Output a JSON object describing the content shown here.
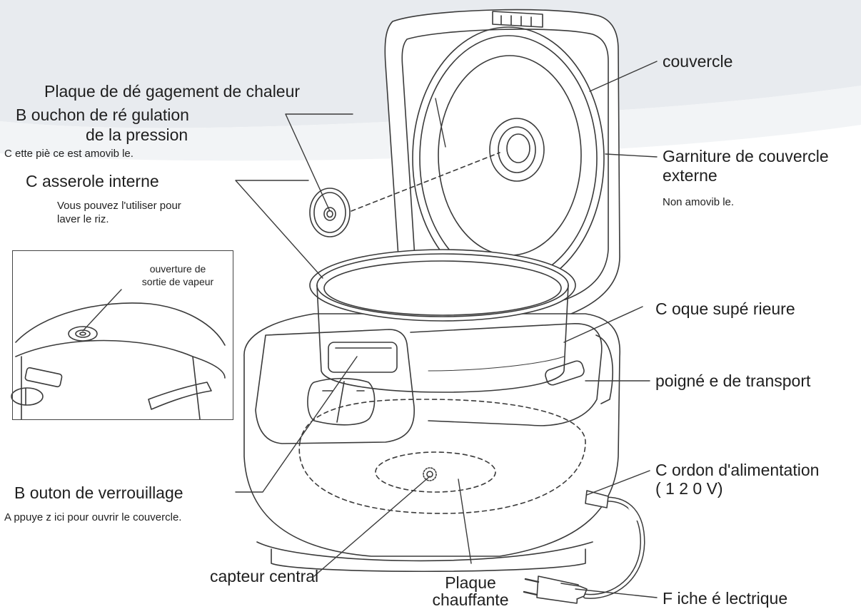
{
  "labels": {
    "couvercle": "couvercle",
    "plaque_degagement": "Plaque de dé gagement de chaleur",
    "bouchon_line1": "B ouchon de ré gulation",
    "bouchon_line2": "de la pression",
    "bouchon_note": "C ette piè ce est amovib le.",
    "casserole": "C asserole interne",
    "casserole_note_1": "Vous pouvez l'utiliser pour",
    "casserole_note_2": "laver le riz.",
    "garniture_1": "Garniture de couvercle",
    "garniture_2": "externe",
    "garniture_note": "Non amovib le.",
    "ouverture_1": "ouverture de",
    "ouverture_2": "sortie de vapeur",
    "coque": "C oque supé rieure",
    "poignee": "poigné e de transport",
    "cordon_1": "C ordon d'alimentation",
    "cordon_2": "( 1 2 0  V)",
    "bouton": "B outon de verrouillage",
    "bouton_note": "A ppuye z ici pour ouvrir le couvercle.",
    "capteur": "capteur central",
    "plaque_chauffante_1": "Plaque",
    "plaque_chauffante_2": "chauffante",
    "fiche": "F iche é lectrique"
  },
  "colors": {
    "band": "#e6e9ee",
    "line": "#3a3a3a"
  }
}
